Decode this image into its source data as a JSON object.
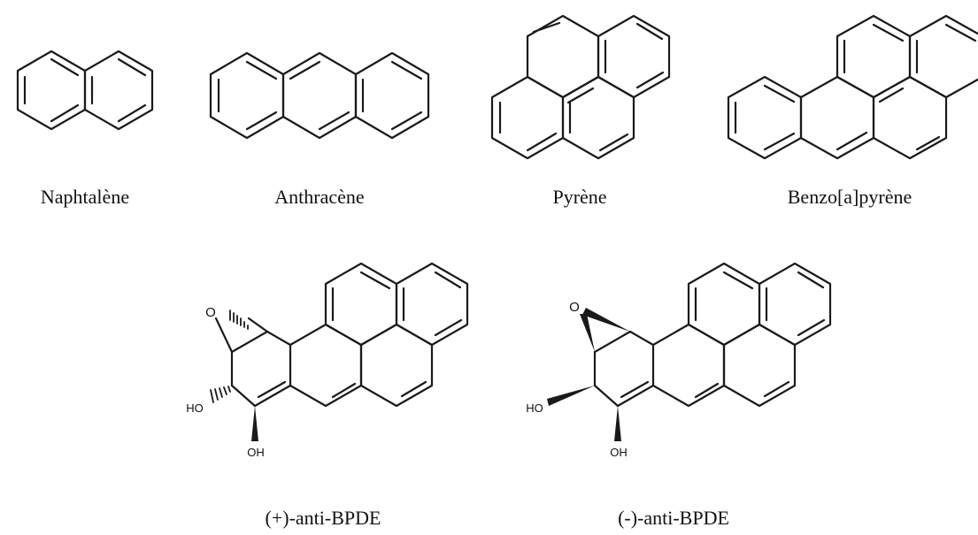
{
  "molecules": {
    "naphthalene": {
      "name": "Naphtalène"
    },
    "anthracene": {
      "name": "Anthracène"
    },
    "pyrene": {
      "name": "Pyrène"
    },
    "benzopyrene": {
      "name": "Benzo[a]pyrène"
    },
    "plus_bpde": {
      "name": "(+)-anti-BPDE",
      "atoms": {
        "epoxide_o": "O",
        "hydroxyl_left": "HO",
        "hydroxyl_bottom": "OH"
      }
    },
    "minus_bpde": {
      "name": "(-)-anti-BPDE",
      "atoms": {
        "epoxide_o": "O",
        "hydroxyl_left": "HO",
        "hydroxyl_bottom": "OH"
      }
    }
  },
  "colors": {
    "ink": "#1a1a1a",
    "background": "#ffffff"
  }
}
